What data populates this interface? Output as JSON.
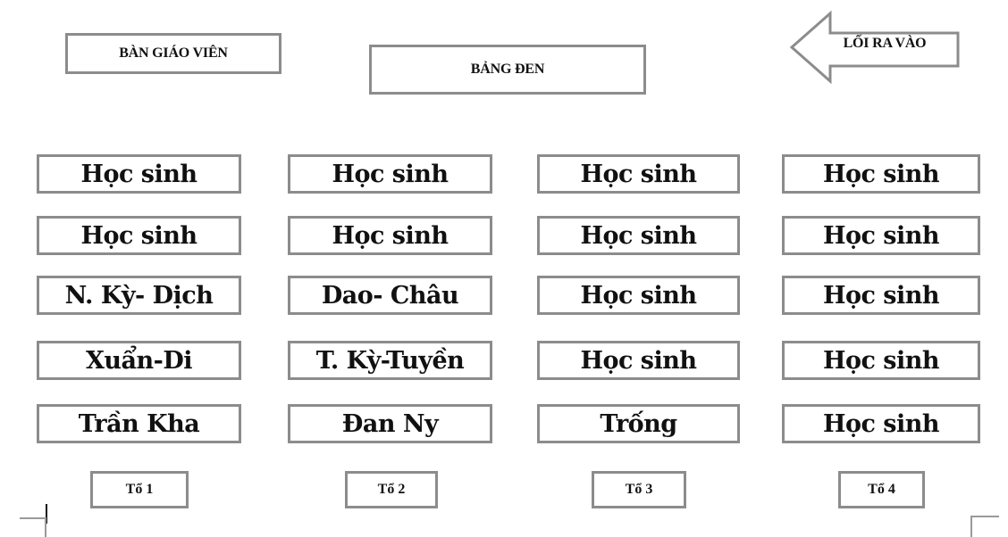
{
  "room": {
    "teacher_desk": "BÀN GIÁO VIÊN",
    "blackboard": "BẢNG ĐEN",
    "exit": "LỐI RA VÀO"
  },
  "seating": {
    "columns": [
      {
        "group": "Tổ 1",
        "seats": [
          "Học sinh",
          "Học sinh",
          "N. Kỳ- Dịch",
          "Xuẩn-Di",
          "Trần Kha"
        ]
      },
      {
        "group": "Tổ 2",
        "seats": [
          "Học sinh",
          "Học sinh",
          "Dao- Châu",
          "T. Kỳ-Tuyền",
          "Đan Ny"
        ]
      },
      {
        "group": "Tổ 3",
        "seats": [
          "Học sinh",
          "Học sinh",
          "Học sinh",
          "Học sinh",
          "Trống"
        ]
      },
      {
        "group": "Tổ 4",
        "seats": [
          "Học sinh",
          "Học sinh",
          "Học sinh",
          "Học sinh",
          "Học sinh"
        ]
      }
    ]
  }
}
